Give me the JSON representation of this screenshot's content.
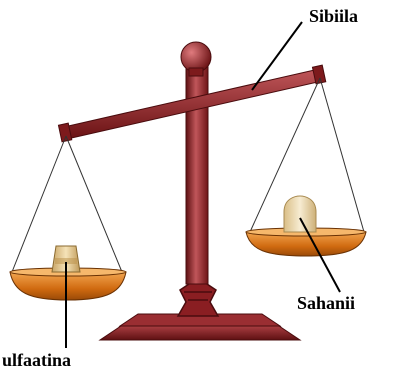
{
  "labels": {
    "beam": "Sibiila",
    "pan": "Sahanii",
    "weight": "ulfaatina"
  },
  "colors": {
    "metal": "#7d1a1c",
    "metal_light": "#c0565a",
    "pan": "#d06a10",
    "pan_light": "#f2a650",
    "weight": "#e4c890",
    "object": "#e9d5a6",
    "line": "#000000"
  }
}
